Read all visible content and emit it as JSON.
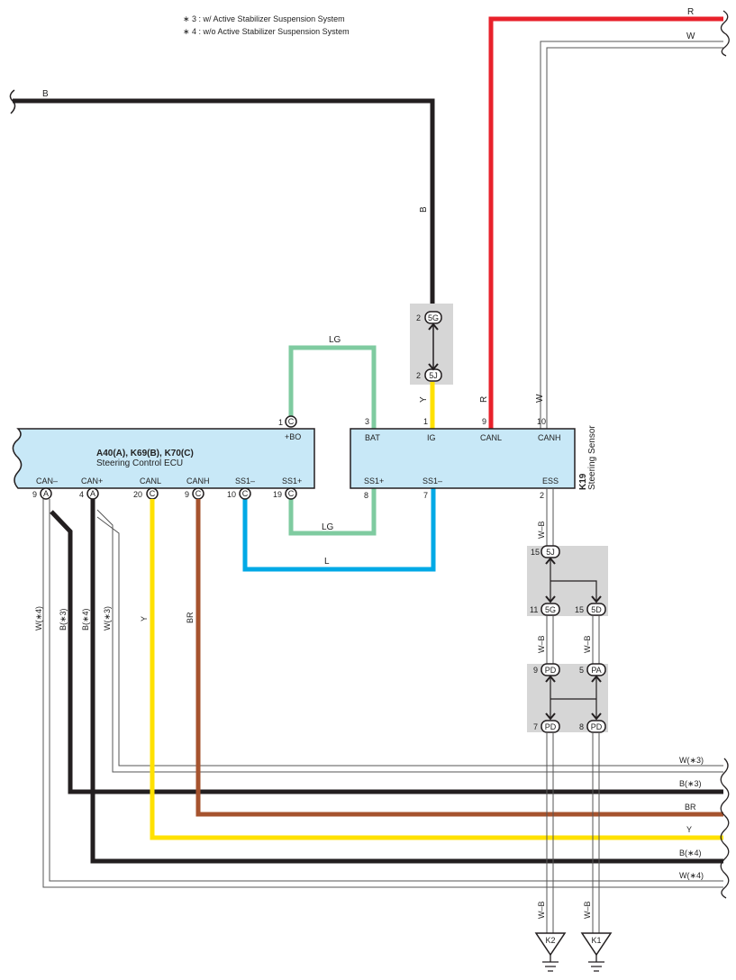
{
  "notes": [
    "∗ 3 : w/ Active Stabilizer Suspension System",
    "∗ 4 : w/o Active Stabilizer Suspension System"
  ],
  "colors": {
    "black": "#231f20",
    "red": "#e8212b",
    "yellow": "#ffe100",
    "green": "#7fcba0",
    "blue": "#00a9e6",
    "brown": "#a6532e",
    "box_fill": "#c8e8f7",
    "junction_fill": "#d6d6d6"
  },
  "ecu": {
    "title": "A40(A), K69(B), K70(C)",
    "subtitle": "Steering Control ECU",
    "top_pin": {
      "num": "1",
      "conn": "C",
      "label": "+BO"
    },
    "pins": [
      {
        "num": "9",
        "conn": "A",
        "label": "CAN–"
      },
      {
        "num": "4",
        "conn": "A",
        "label": "CAN+"
      },
      {
        "num": "20",
        "conn": "C",
        "label": "CANL"
      },
      {
        "num": "9",
        "conn": "C",
        "label": "CANH"
      },
      {
        "num": "10",
        "conn": "C",
        "label": "SS1–"
      },
      {
        "num": "19",
        "conn": "C",
        "label": "SS1+"
      }
    ]
  },
  "sensor": {
    "code": "K19",
    "name": "Steering Sensor",
    "top_pins": [
      {
        "num": "3",
        "label": "BAT"
      },
      {
        "num": "1",
        "label": "IG"
      },
      {
        "num": "9",
        "label": "CANL"
      },
      {
        "num": "10",
        "label": "CANH"
      }
    ],
    "bottom_pins": [
      {
        "num": "8",
        "label": "SS1+"
      },
      {
        "num": "7",
        "label": "SS1–"
      },
      {
        "num": "2",
        "label": "ESS"
      }
    ]
  },
  "junctions": {
    "j_top": {
      "top_num": "2",
      "top": "5G",
      "bottom_num": "2",
      "bottom": "5J"
    },
    "j_mid": {
      "in_num": "15",
      "in": "5J",
      "out_a_num": "11",
      "out_a": "5G",
      "out_b_num": "15",
      "out_b": "5D"
    },
    "j_low": {
      "in_a_num": "9",
      "in_a": "PD",
      "in_b_num": "5",
      "in_b": "PA",
      "out_a_num": "7",
      "out_a": "PD",
      "out_b_num": "8",
      "out_b": "PD"
    }
  },
  "wires": {
    "b_top": "B",
    "b_vertical": "B",
    "r_top": "R",
    "w_top": "W",
    "r_vertical": "R",
    "w_vertical": "W",
    "y_vertical": "Y",
    "lg_top": "LG",
    "lg_bottom": "LG",
    "l_bottom": "L",
    "w_b_1": "W–B",
    "w_b_2": "W–B",
    "w_b_3": "W–B",
    "w_b_4": "W–B",
    "w_b_5": "W–B",
    "left_w4": "W(∗4)",
    "left_b3": "B(∗3)",
    "left_b4": "B(∗4)",
    "left_w3": "W(∗3)",
    "left_y": "Y",
    "left_br": "BR"
  },
  "right_labels": [
    "W(∗3)",
    "B(∗3)",
    "BR",
    "Y",
    "B(∗4)",
    "W(∗4)"
  ],
  "grounds": [
    "K2",
    "K1"
  ]
}
